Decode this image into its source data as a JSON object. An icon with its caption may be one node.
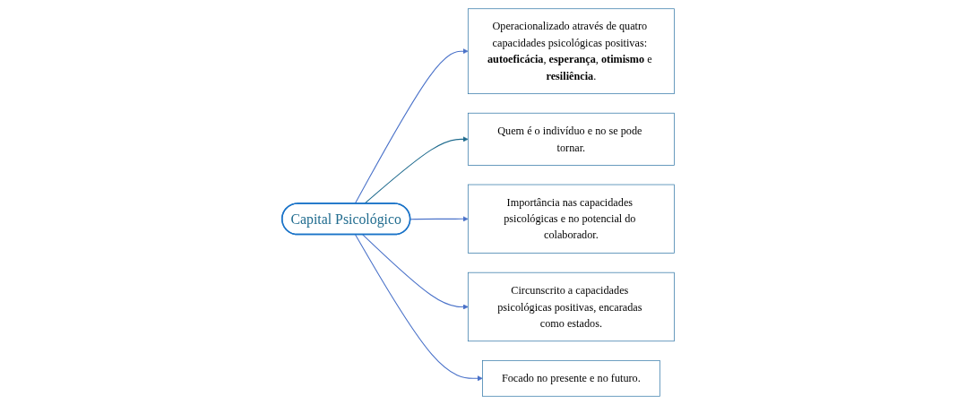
{
  "diagram": {
    "nodes": [
      {
        "text": [
          "Operacionalizado através de quatro capacidades psicológicas positivas: **autoeficácia**, **esperança**, **otimismo** e **resiliência**."
        ]
      },
      {
        "text": [
          "Quem é o indivíduo e no se pode tornar."
        ]
      },
      {
        "text": [
          "Capital Psicológico"
        ]
      },
      {
        "text": [
          "Importância nas capacidades psicológicas e no potencial do colaborador."
        ]
      },
      {
        "text": [
          "Circunscrito a capacidades psicológicas positivas, encaradas como estados."
        ]
      },
      {
        "text": [
          "Focado no presente e no futuro."
        ]
      }
    ],
    "edges": [
      {
        "from": 2,
        "to": 0,
        "arrow": "to"
      },
      {
        "from": 2,
        "to": 1,
        "arrow": "to",
        "color": "#1f6b8e"
      },
      {
        "from": 2,
        "to": 3,
        "arrow": "to"
      },
      {
        "from": 2,
        "to": 4,
        "arrow": "to"
      },
      {
        "from": 2,
        "to": 5,
        "arrow": "to"
      }
    ]
  }
}
